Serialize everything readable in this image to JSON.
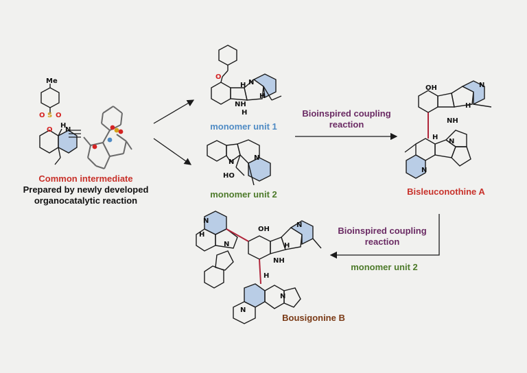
{
  "colors": {
    "ring_fill": "#b9cde6",
    "bond": "#1b1b1b",
    "coupling_bond": "#b0253a",
    "oxygen": "#d42424",
    "sulfur": "#d4a21c",
    "red_label": "#c8312a",
    "blue_label": "#4f8bc4",
    "green_label": "#4d7a2a",
    "purple_label": "#6a2a63",
    "brown_label": "#7a3a16"
  },
  "labels": {
    "common_intermediate": "Common intermediate",
    "prepared_line1": "Prepared by newly developed",
    "prepared_line2": "organocatalytic reaction",
    "monomer_unit_1": "monomer unit 1",
    "monomer_unit_2": "monomer unit 2",
    "coupling_top_line1": "Bioinspired coupling",
    "coupling_top_line2": "reaction",
    "bisleuconothine": "Bisleuconothine A",
    "coupling_bottom_line1": "Bioinspired coupling",
    "coupling_bottom_line2": "reaction",
    "monomer_unit_2_bottom": "monomer unit 2",
    "bousigonine": "Bousigonine B"
  },
  "atoms": {
    "me": "Me",
    "n": "N",
    "o": "O",
    "s": "S",
    "h": "H",
    "oh": "OH",
    "ho": "HO",
    "nh": "NH"
  }
}
